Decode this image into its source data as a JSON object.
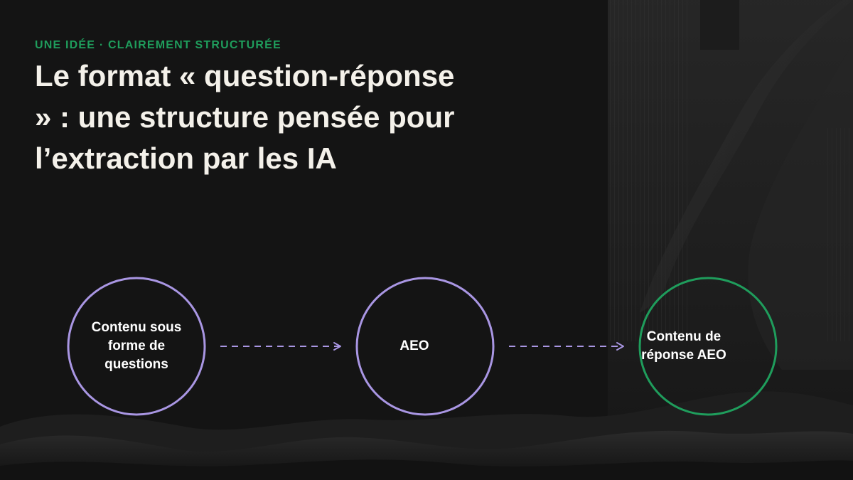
{
  "slide": {
    "kicker": "UNE IDÉE · CLAIREMENT STRUCTURÉE",
    "title_lines": [
      "Le format « question-réponse",
      "» : une structure pensée pour",
      "l’extraction par les IA"
    ]
  },
  "diagram": {
    "nodes": [
      {
        "lines": [
          "Contenu sous",
          "forme de",
          "questions"
        ],
        "color": "#a996e3"
      },
      {
        "lines": [
          "AEO"
        ],
        "color": "#a996e3"
      },
      {
        "lines": [
          "Contenu de",
          "réponse AEO"
        ],
        "color": "#1f9d5c"
      }
    ],
    "edges": [
      {
        "from": 0,
        "to": 1,
        "style": "dashed",
        "color": "#a996e3"
      },
      {
        "from": 1,
        "to": 2,
        "style": "dashed",
        "color": "#a996e3"
      }
    ]
  },
  "colors": {
    "background": "#141414",
    "kicker": "#1f9d5c",
    "title": "#f4f1ea",
    "accent_purple": "#a996e3",
    "accent_green": "#1f9d5c"
  }
}
